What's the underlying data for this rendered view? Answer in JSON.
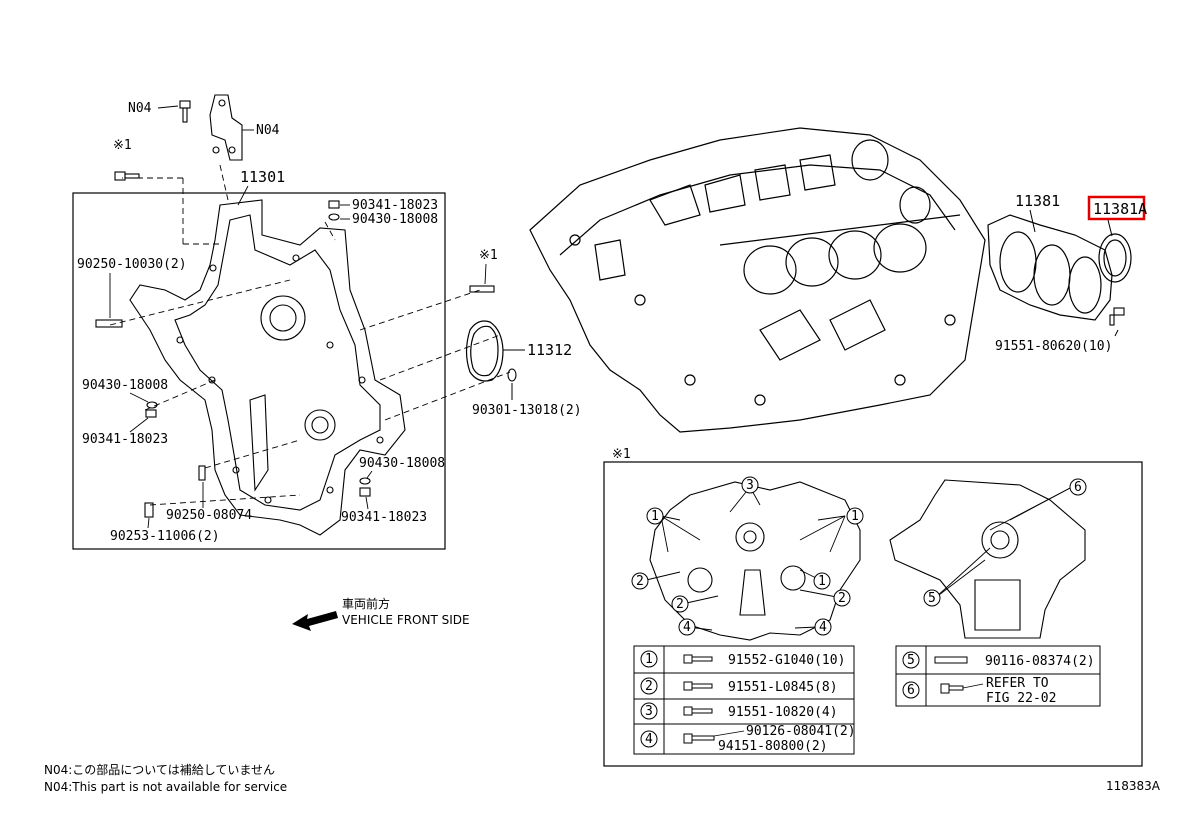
{
  "parts": {
    "n04_a": "N04",
    "n04_b": "N04",
    "mark1_a": "※1",
    "mark1_b": "※1",
    "mark1_c": "※1",
    "p11301": "11301",
    "p11381": "11381",
    "p11381a": "11381A",
    "p11312": "11312",
    "p90341_18023_a": "90341-18023",
    "p90430_18008_a": "90430-18008",
    "p90250_10030": "90250-10030(2)",
    "p90430_18008_b": "90430-18008",
    "p90341_18023_b": "90341-18023",
    "p90430_18008_c": "90430-18008",
    "p90250_08074": "90250-08074",
    "p90341_18023_c": "90341-18023",
    "p90253_11006": "90253-11006(2)",
    "p90301_13018": "90301-13018(2)",
    "p91551_80620": "91551-80620(10)"
  },
  "direction": {
    "jp": "車両前方",
    "en": "VEHICLE FRONT SIDE"
  },
  "callouts": [
    "1",
    "2",
    "3",
    "4",
    "5",
    "6"
  ],
  "legend_left": [
    {
      "num": "1",
      "part": "91552-G1040(10)"
    },
    {
      "num": "2",
      "part": "91551-L0845(8)"
    },
    {
      "num": "3",
      "part": "91551-10820(4)"
    },
    {
      "num": "4",
      "part": "90126-08041(2)",
      "part2": "94151-80800(2)"
    }
  ],
  "legend_right": [
    {
      "num": "5",
      "part": "90116-08374(2)"
    },
    {
      "num": "6",
      "part": "REFER TO",
      "part2": "FIG 22-02"
    }
  ],
  "notes": {
    "jp": "N04:この部品については補給していません",
    "en": "N04:This part is not available for service"
  },
  "figure_id": "118383A",
  "highlight_color": "#e00000"
}
